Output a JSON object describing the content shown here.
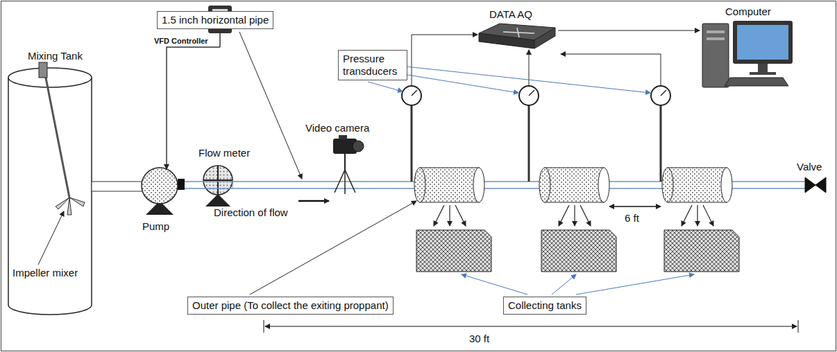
{
  "diagram": {
    "nodes": [
      {
        "text": [
          "1.5 inch horizontal pipe"
        ]
      },
      {
        "text": [
          "Pressure transducers"
        ]
      },
      {
        "text": [
          "Outer pipe (To collect the exiting proppant)"
        ]
      },
      {
        "text": [
          "Collecting tanks"
        ]
      }
    ],
    "labels": [
      "Mixing Tank",
      "VFD Controller",
      "Impeller mixer",
      "Pump",
      "Flow meter",
      "Video camera",
      "Direction of flow",
      "DATA AQ",
      "Computer",
      "Valve",
      "6 ft",
      "30 ft"
    ]
  }
}
